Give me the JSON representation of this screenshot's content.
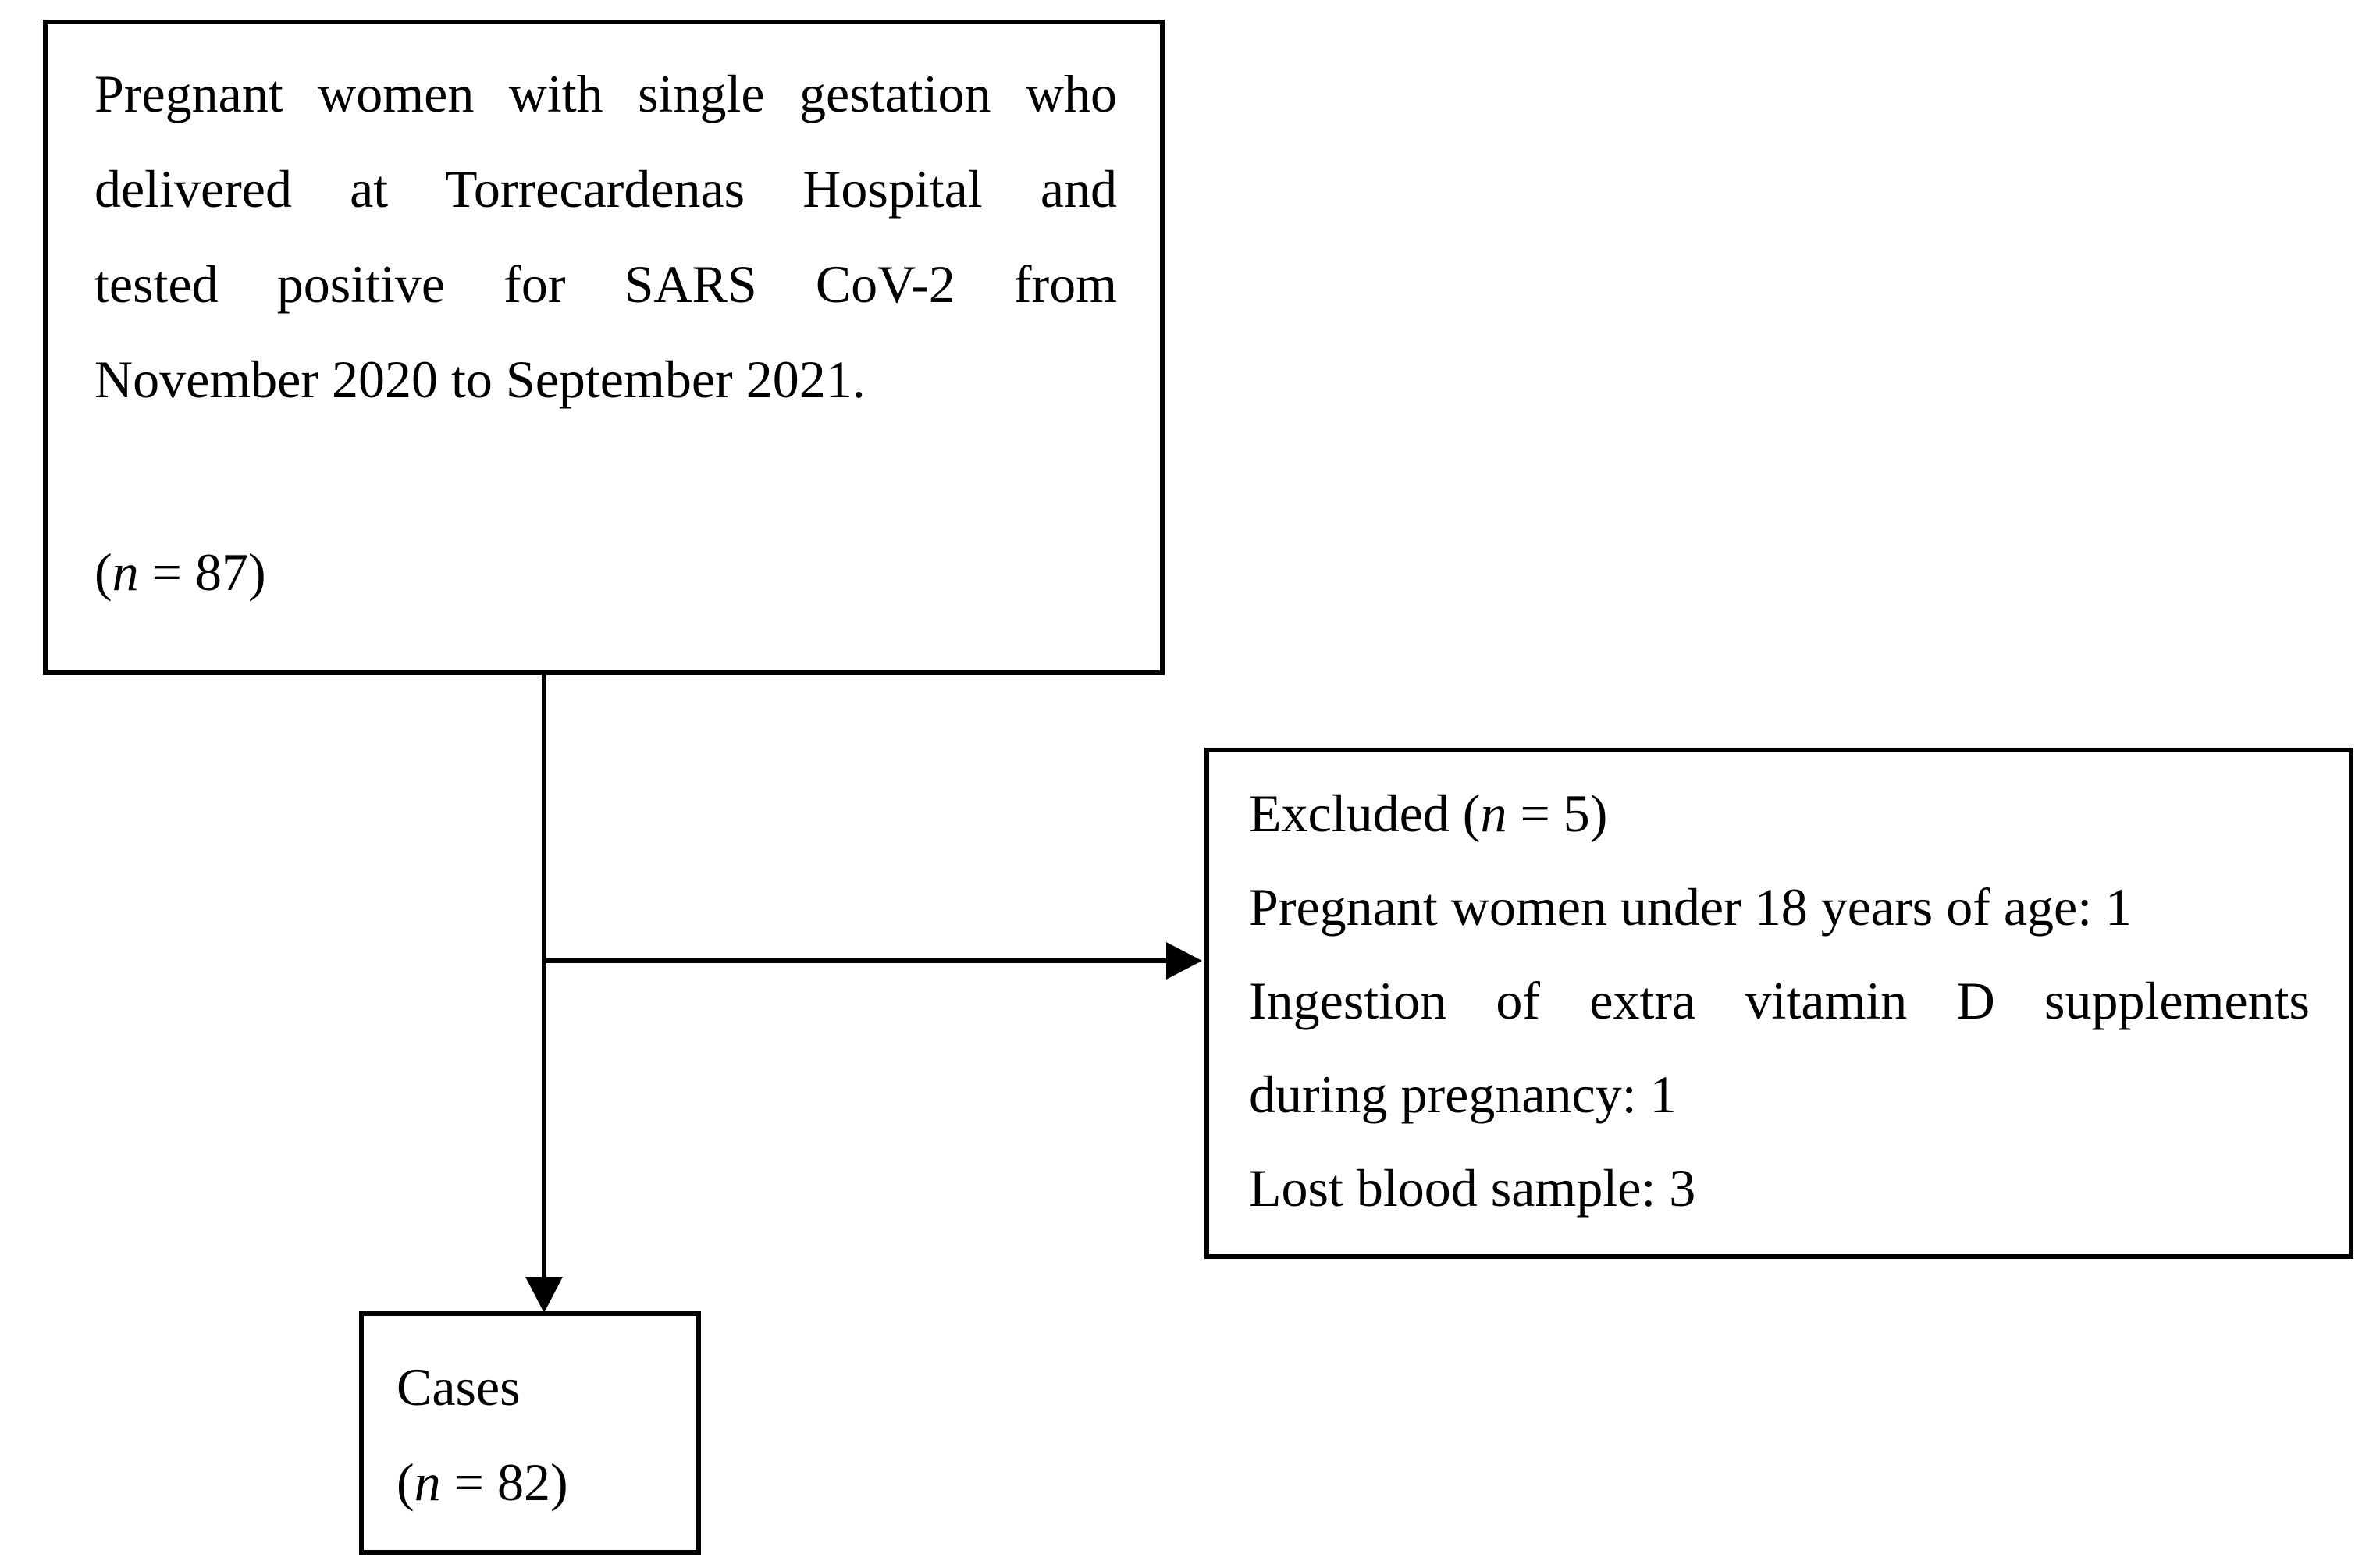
{
  "diagram": {
    "colors": {
      "background": "#ffffff",
      "line": "#000000",
      "text": "#000000"
    },
    "top_box": {
      "lines": [
        "Pregnant women with single gestation who",
        "delivered at Torrecardenas Hospital and",
        "tested positive for SARS CoV-2 from",
        "November 2020 to September 2021."
      ],
      "sample": {
        "open": "(",
        "variable": "n",
        "rest": " = 87)"
      }
    },
    "excluded_box": {
      "title": {
        "prefix": "Excluded (",
        "variable": "n",
        "rest": " = 5)"
      },
      "lines": [
        "Pregnant women under 18 years of age: 1",
        "Ingestion of extra vitamin D supplements",
        "during pregnancy: 1",
        "Lost blood sample: 3"
      ]
    },
    "cases_box": {
      "label": "Cases",
      "sample": {
        "open": "(",
        "variable": "n",
        "rest": " = 82)"
      }
    }
  }
}
